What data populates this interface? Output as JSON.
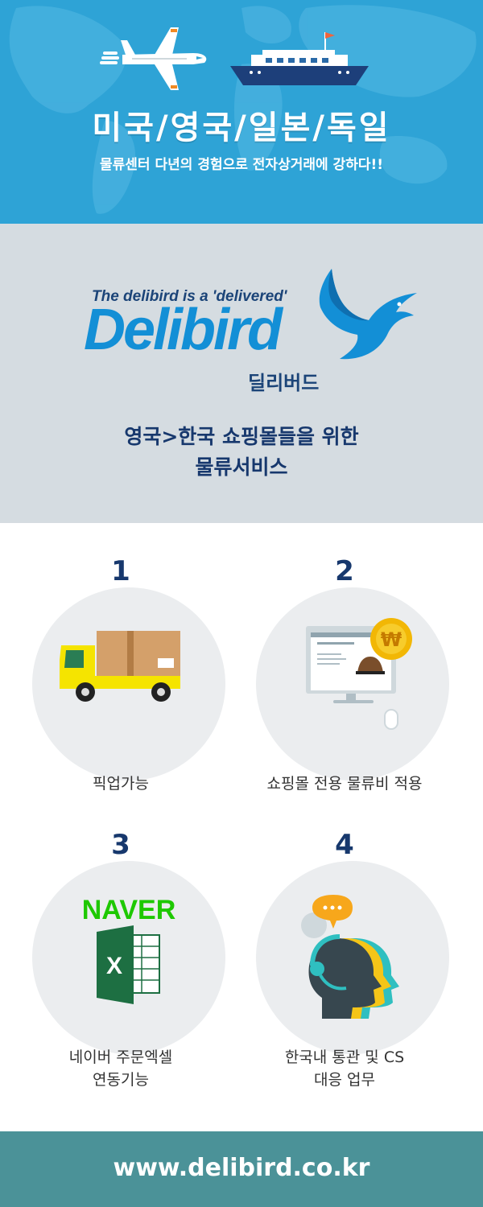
{
  "hero": {
    "title": "미국/영국/일본/독일",
    "subtitle": "물류센터 다년의 경험으로 전자상거래에 강하다!!",
    "background_color": "#2ea3d6"
  },
  "brand": {
    "tagline": "The delibird is a 'delivered'",
    "logo_word": "Delibird",
    "logo_korean": "딜리버드",
    "description_line1": "영국>한국 쇼핑몰들을 위한",
    "description_line2": "물류서비스",
    "logo_color": "#138fd6",
    "navy_color": "#17386d"
  },
  "features": [
    {
      "number": "1",
      "label": "픽업가능",
      "icon": "delivery-truck-icon"
    },
    {
      "number": "2",
      "label": "쇼핑몰 전용 물류비 적용",
      "icon": "computer-shopping-icon"
    },
    {
      "number": "3",
      "label_line1": "네이버 주문엑셀",
      "label_line2": "연동기능",
      "icon": "naver-excel-icon",
      "naver_text": "NAVER",
      "excel_letter": "X"
    },
    {
      "number": "4",
      "label_line1": "한국내 통관 및 CS",
      "label_line2": "대응 업무",
      "icon": "customer-support-icon"
    }
  ],
  "coin_symbol": "₩",
  "footer": {
    "url": "www.delibird.co.kr",
    "background_color": "#4b9298"
  }
}
